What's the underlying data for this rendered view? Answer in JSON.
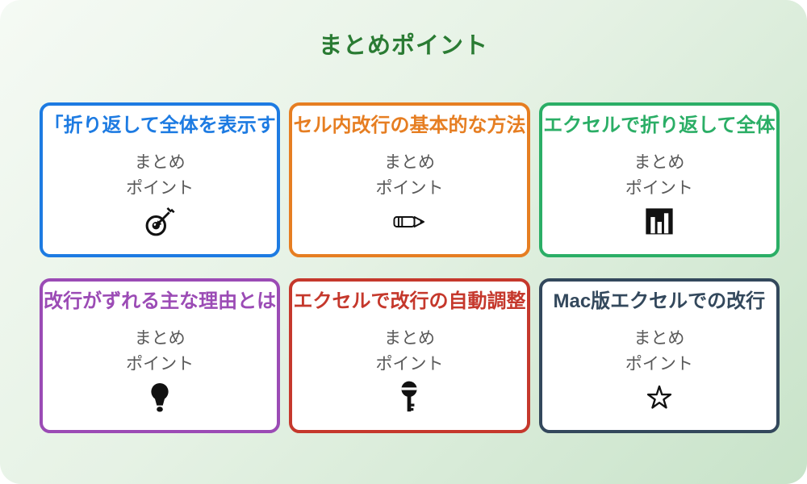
{
  "page": {
    "title": "まとめポイント",
    "title_color": "#2a7b33",
    "background_from": "#f5faf4",
    "background_to": "#c8e3c9"
  },
  "card_body": {
    "line1": "まとめ",
    "line2": "ポイント"
  },
  "cards": [
    {
      "title": "「折り返して全体を表示す",
      "color": "#1d7be2",
      "icon": "target-icon"
    },
    {
      "title": "セル内改行の基本的な方法",
      "color": "#e67e22",
      "icon": "pencil-icon"
    },
    {
      "title": "エクセルで折り返して全体",
      "color": "#2bae66",
      "icon": "bar-chart-icon"
    },
    {
      "title": "改行がずれる主な理由とは",
      "color": "#9b4bb5",
      "icon": "lightbulb-icon"
    },
    {
      "title": "エクセルで改行の自動調整",
      "color": "#c5382c",
      "icon": "key-icon"
    },
    {
      "title": "Mac版エクセルでの改行",
      "color": "#33485c",
      "icon": "star-icon"
    }
  ]
}
